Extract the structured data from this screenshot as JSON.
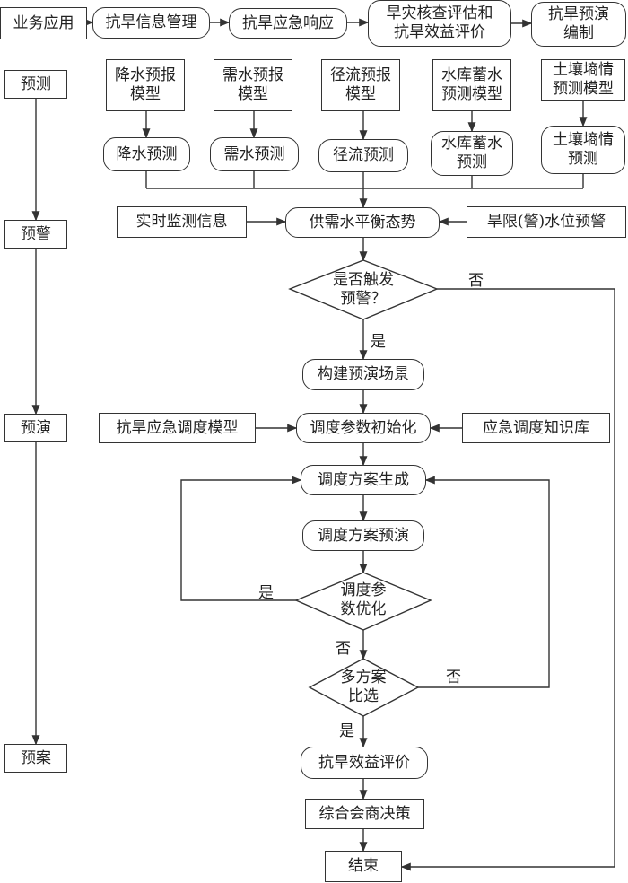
{
  "top_row": {
    "business": "业务应用",
    "info_mgmt": "抗旱信息管理",
    "emergency": "抗旱应急响应",
    "assessment": "旱灾核查评估和\n抗旱效益评价",
    "plan": "抗旱预演\n编制"
  },
  "stages": [
    "预测",
    "预警",
    "预演",
    "预案"
  ],
  "models": [
    "降水预报\n模型",
    "需水预报\n模型",
    "径流预报\n模型",
    "水库蓄水\n预测模型",
    "土壤墒情\n预测模型"
  ],
  "forecasts": [
    "降水预测",
    "需水预测",
    "径流预测",
    "水库蓄水\n预测",
    "土壤墒情\n预测"
  ],
  "warning": {
    "monitor": "实时监测信息",
    "balance": "供需水平衡态势",
    "limit": "旱限(警)水位预警",
    "decision": "是否触发\n预警？"
  },
  "rehearsal": {
    "scene": "构建预演场景",
    "model": "抗旱应急调度模型",
    "init": "调度参数初始化",
    "knowledge": "应急调度知识库",
    "generate": "调度方案生成",
    "preview": "调度方案预演",
    "optimize": "调度参\n数优化",
    "compare": "多方案\n比选"
  },
  "plan": {
    "evaluate": "抗旱效益评价",
    "consult": "综合会商决策",
    "end": "结束"
  },
  "labels": {
    "yes": "是",
    "no": "否"
  }
}
